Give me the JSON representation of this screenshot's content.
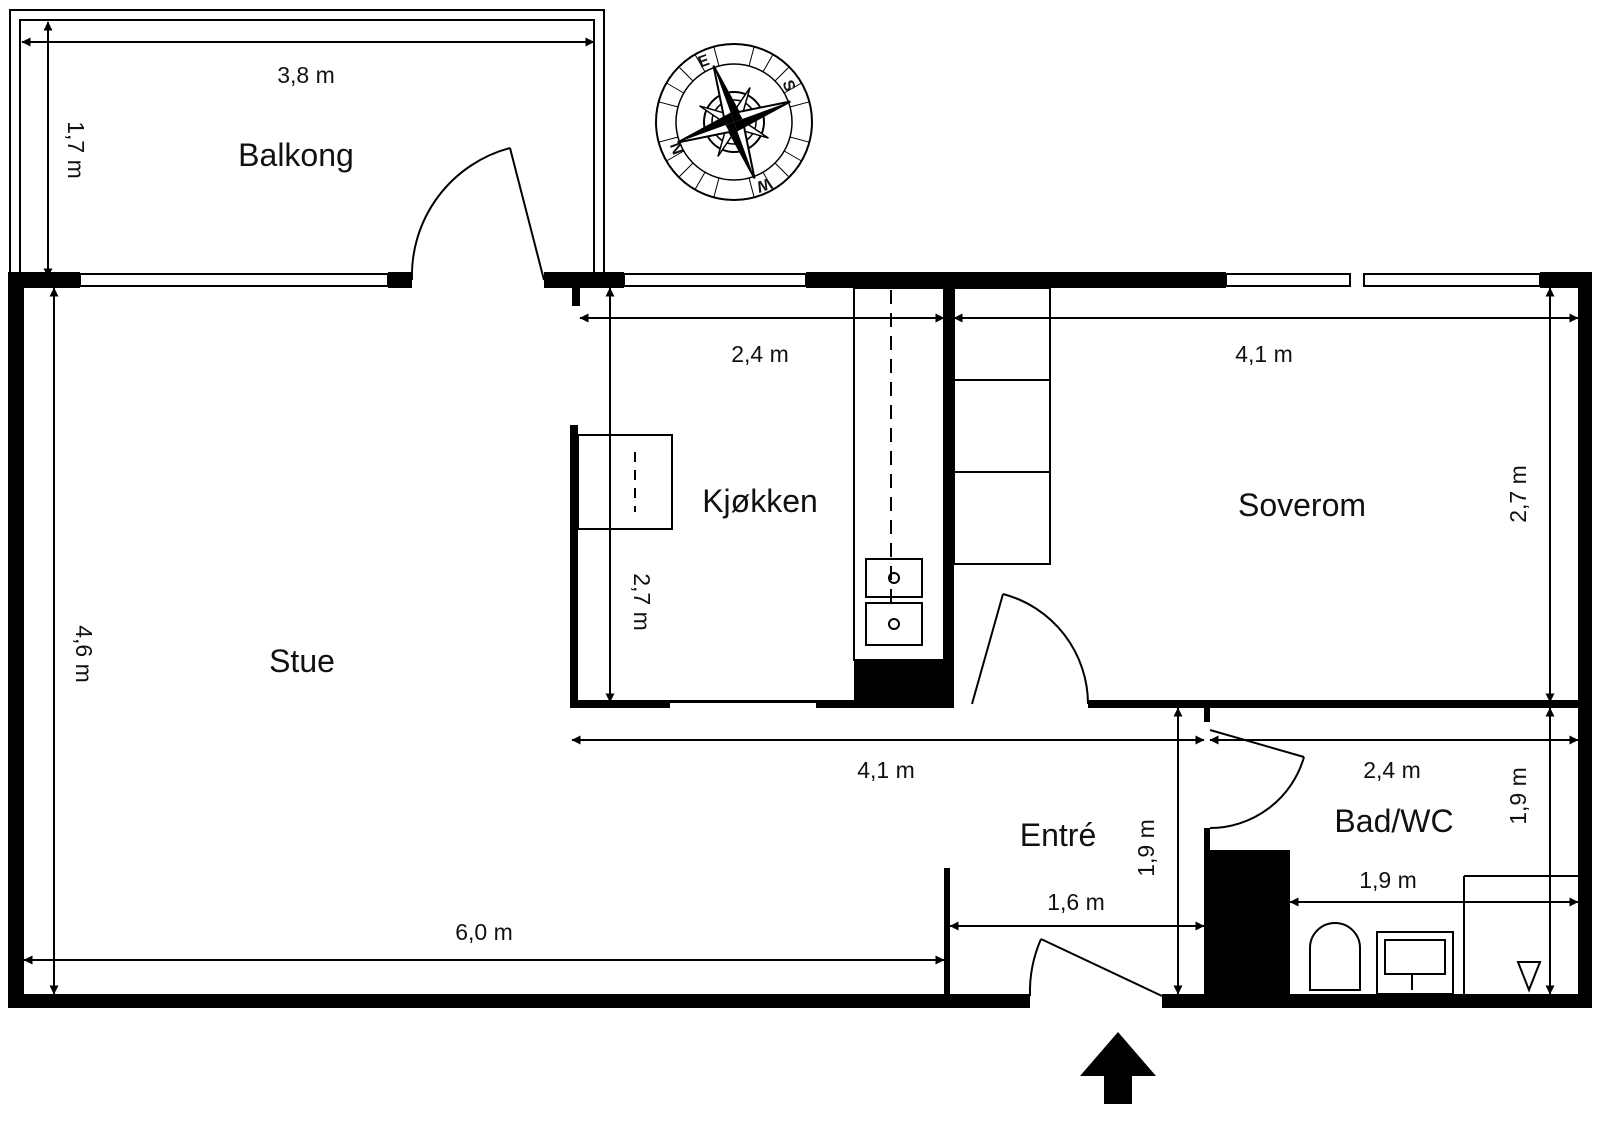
{
  "rooms": {
    "balcony": "Balkong",
    "living": "Stue",
    "kitchen": "Kjøkken",
    "bedroom": "Soverom",
    "entry": "Entré",
    "bath": "Bad/WC"
  },
  "dimensions": {
    "balcony_width": "3,8 m",
    "balcony_depth": "1,7 m",
    "living_height": "4,6 m",
    "living_width": "6,0 m",
    "kitchen_width": "2,4 m",
    "kitchen_height": "2,7 m",
    "bedroom_width": "4,1 m",
    "bedroom_height": "2,7 m",
    "hall_width": "4,1 m",
    "entry_height": "1,9 m",
    "entry_width": "1,6 m",
    "bath_width": "2,4 m",
    "bath_height": "1,9 m",
    "bath_inner_width": "1,9 m"
  },
  "compass": {
    "north": "N",
    "east": "E",
    "south": "S",
    "west": "W"
  }
}
